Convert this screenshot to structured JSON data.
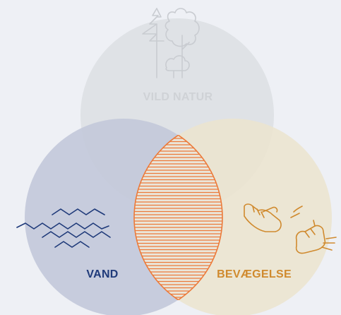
{
  "diagram": {
    "type": "venn",
    "circles": [
      {
        "id": "nature",
        "label": "VILD NATUR",
        "fill": "#dcdfe3",
        "label_color": "#cfd2d6",
        "icon": "trees-icon"
      },
      {
        "id": "water",
        "label": "VAND",
        "fill": "#c3c9da",
        "label_color": "#1f3a7a",
        "icon": "waves-icon"
      },
      {
        "id": "movement",
        "label": "BEVÆGELSE",
        "fill": "#ece4cf",
        "label_color": "#d08a2e",
        "icon": "shoes-icon"
      }
    ],
    "intersection": {
      "between": [
        "water",
        "movement"
      ],
      "style": "hatched",
      "stroke_color": "#ec7a3a"
    }
  },
  "colors": {
    "background": "#eef0f5",
    "tree_stroke": "#cfd2d6",
    "wave_stroke": "#1f3a7a",
    "shoe_stroke": "#d08a2e",
    "hatch": "#ec7a3a"
  }
}
